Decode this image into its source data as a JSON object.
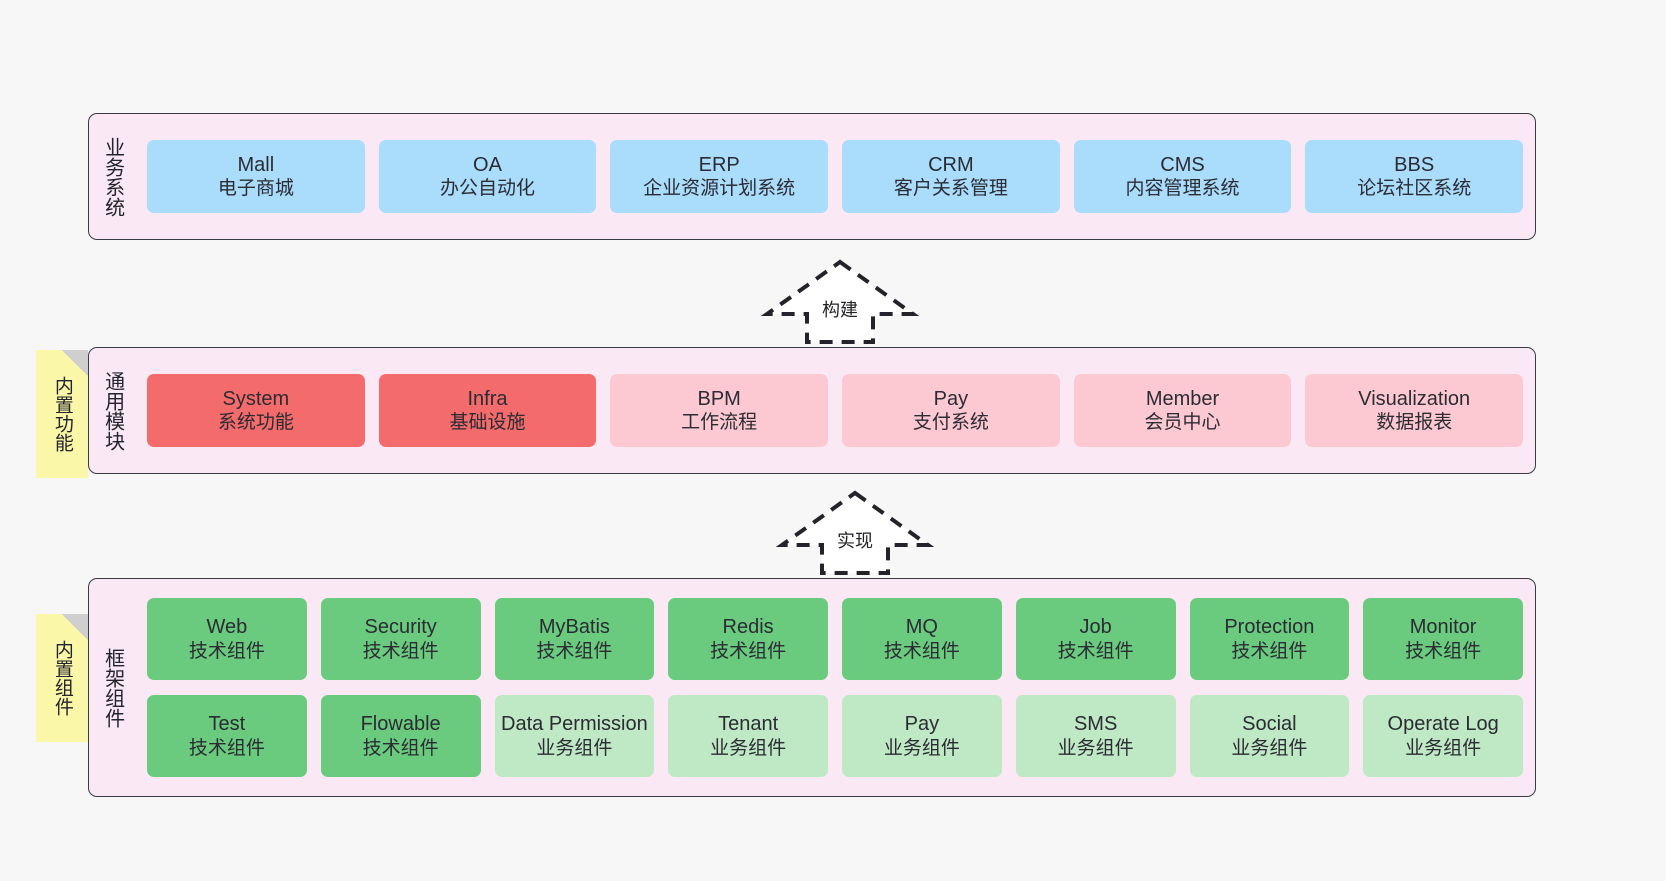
{
  "diagram": {
    "background": "#f7f7f7",
    "layers": [
      {
        "id": "business",
        "title": "业务系统",
        "panel_color": "#fae9f5",
        "rows": [
          {
            "cells": [
              {
                "en": "Mall",
                "cn": "电子商城",
                "color": "#aadcfb"
              },
              {
                "en": "OA",
                "cn": "办公自动化",
                "color": "#aadcfb"
              },
              {
                "en": "ERP",
                "cn": "企业资源计划系统",
                "color": "#aadcfb"
              },
              {
                "en": "CRM",
                "cn": "客户关系管理",
                "color": "#aadcfb"
              },
              {
                "en": "CMS",
                "cn": "内容管理系统",
                "color": "#aadcfb"
              },
              {
                "en": "BBS",
                "cn": "论坛社区系统",
                "color": "#aadcfb"
              }
            ]
          }
        ]
      },
      {
        "id": "modules",
        "title": "通用模块",
        "panel_color": "#fae9f5",
        "note": "内置功能",
        "rows": [
          {
            "cells": [
              {
                "en": "System",
                "cn": "系统功能",
                "color": "#f36b6b"
              },
              {
                "en": "Infra",
                "cn": "基础设施",
                "color": "#f36b6b"
              },
              {
                "en": "BPM",
                "cn": "工作流程",
                "color": "#fcc9d2"
              },
              {
                "en": "Pay",
                "cn": "支付系统",
                "color": "#fcc9d2"
              },
              {
                "en": "Member",
                "cn": "会员中心",
                "color": "#fcc9d2"
              },
              {
                "en": "Visualization",
                "cn": "数据报表",
                "color": "#fcc9d2"
              }
            ]
          }
        ]
      },
      {
        "id": "framework",
        "title": "框架组件",
        "panel_color": "#fae9f5",
        "note": "内置组件",
        "rows": [
          {
            "cells": [
              {
                "en": "Web",
                "cn": "技术组件",
                "color": "#6acb7f"
              },
              {
                "en": "Security",
                "cn": "技术组件",
                "color": "#6acb7f"
              },
              {
                "en": "MyBatis",
                "cn": "技术组件",
                "color": "#6acb7f"
              },
              {
                "en": "Redis",
                "cn": "技术组件",
                "color": "#6acb7f"
              },
              {
                "en": "MQ",
                "cn": "技术组件",
                "color": "#6acb7f"
              },
              {
                "en": "Job",
                "cn": "技术组件",
                "color": "#6acb7f"
              },
              {
                "en": "Protection",
                "cn": "技术组件",
                "color": "#6acb7f"
              },
              {
                "en": "Monitor",
                "cn": "技术组件",
                "color": "#6acb7f"
              }
            ]
          },
          {
            "cells": [
              {
                "en": "Test",
                "cn": "技术组件",
                "color": "#6acb7f"
              },
              {
                "en": "Flowable",
                "cn": "技术组件",
                "color": "#6acb7f"
              },
              {
                "en": "Data Permission",
                "cn": "业务组件",
                "color": "#bfe8c4"
              },
              {
                "en": "Tenant",
                "cn": "业务组件",
                "color": "#bfe8c4"
              },
              {
                "en": "Pay",
                "cn": "业务组件",
                "color": "#bfe8c4"
              },
              {
                "en": "SMS",
                "cn": "业务组件",
                "color": "#bfe8c4"
              },
              {
                "en": "Social",
                "cn": "业务组件",
                "color": "#bfe8c4"
              },
              {
                "en": "Operate Log",
                "cn": "业务组件",
                "color": "#bfe8c4"
              }
            ]
          }
        ]
      }
    ],
    "arrows": [
      {
        "id": "build",
        "label": "构建",
        "style": "dashed-hollow-up"
      },
      {
        "id": "implement",
        "label": "实现",
        "style": "dashed-hollow-up"
      }
    ],
    "notes": [
      {
        "id": "builtin-features",
        "label": "内置功能",
        "color": "#fbf7a8"
      },
      {
        "id": "builtin-components",
        "label": "内置组件",
        "color": "#fbf7a8"
      }
    ]
  }
}
